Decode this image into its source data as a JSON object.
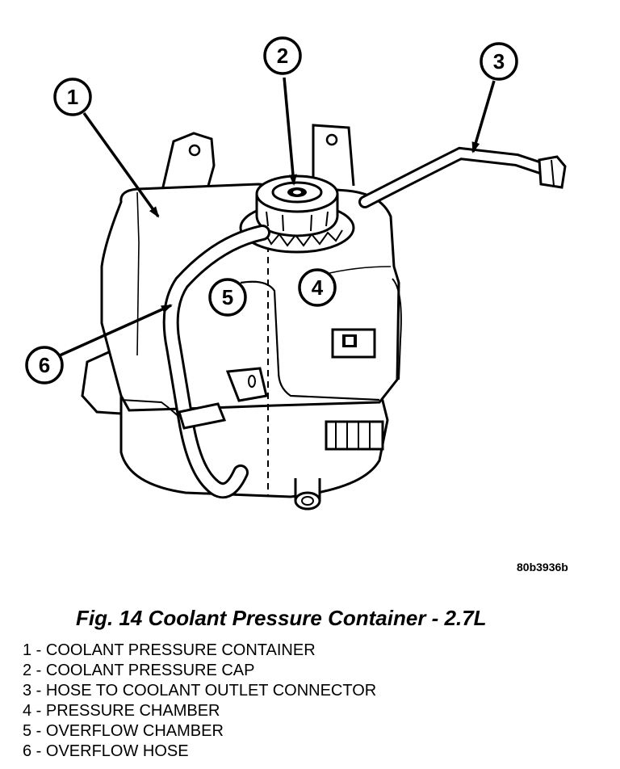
{
  "figure": {
    "code": "80b3936b",
    "caption": "Fig. 14 Coolant Pressure Container - 2.7L"
  },
  "callouts": [
    {
      "number": "1",
      "text": "1 - COOLANT PRESSURE CONTAINER"
    },
    {
      "number": "2",
      "text": "2 - COOLANT PRESSURE CAP"
    },
    {
      "number": "3",
      "text": "3 - HOSE TO COOLANT OUTLET CONNECTOR"
    },
    {
      "number": "4",
      "text": "4 - PRESSURE CHAMBER"
    },
    {
      "number": "5",
      "text": "5 - OVERFLOW CHAMBER"
    },
    {
      "number": "6",
      "text": "6 - OVERFLOW HOSE"
    }
  ]
}
